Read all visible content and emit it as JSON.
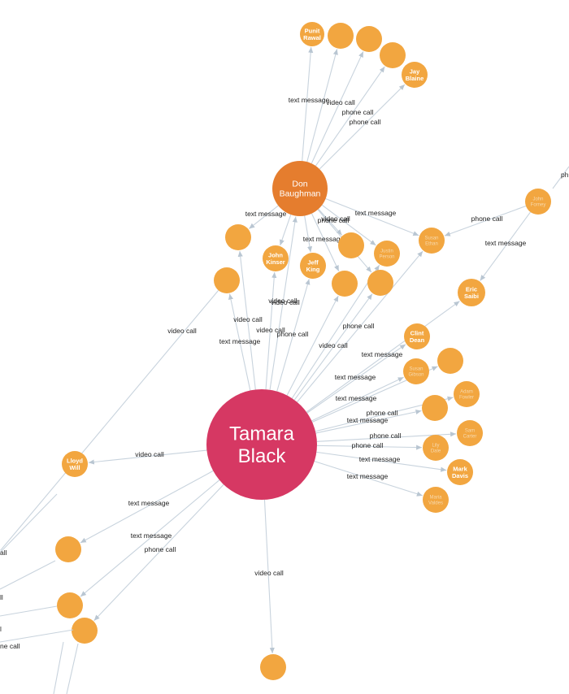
{
  "colors": {
    "center": "#d63863",
    "hub": "#e57d2e",
    "node": "#f2a640",
    "edge": "#c8d3dd",
    "edge_label": "#222222",
    "node_label": "#ffffff",
    "node_label_faint": "#f7d9ad"
  },
  "nodes": [
    {
      "id": "tamara",
      "label": [
        "Tamara",
        "Black"
      ],
      "kind": "center"
    },
    {
      "id": "don",
      "label": [
        "Don",
        "Baughman"
      ],
      "kind": "hub"
    },
    {
      "id": "punit",
      "label": [
        "Punit",
        "Rawal"
      ],
      "kind": "person"
    },
    {
      "id": "top2",
      "label": [],
      "kind": "person"
    },
    {
      "id": "top3",
      "label": [],
      "kind": "person"
    },
    {
      "id": "top4",
      "label": [],
      "kind": "person"
    },
    {
      "id": "jay",
      "label": [
        "Jay",
        "Blaine"
      ],
      "kind": "person"
    },
    {
      "id": "johnf",
      "label": [
        "John",
        "Forney"
      ],
      "kind": "person",
      "faint": true
    },
    {
      "id": "susan",
      "label": [
        "Susan",
        "Ethan"
      ],
      "kind": "person",
      "faint": true
    },
    {
      "id": "eric",
      "label": [
        "Eric",
        "Saibi"
      ],
      "kind": "person"
    },
    {
      "id": "n_left1",
      "label": [],
      "kind": "person"
    },
    {
      "id": "n_left2",
      "label": [],
      "kind": "person"
    },
    {
      "id": "johnk",
      "label": [
        "John",
        "Kinser"
      ],
      "kind": "person"
    },
    {
      "id": "jeff",
      "label": [
        "Jeff",
        "King"
      ],
      "kind": "person"
    },
    {
      "id": "mid1",
      "label": [],
      "kind": "person"
    },
    {
      "id": "justin",
      "label": [
        "Justin",
        "Person"
      ],
      "kind": "person",
      "faint": true
    },
    {
      "id": "mid2",
      "label": [],
      "kind": "person"
    },
    {
      "id": "mid3",
      "label": [],
      "kind": "person"
    },
    {
      "id": "clint",
      "label": [
        "Clint",
        "Dean"
      ],
      "kind": "person"
    },
    {
      "id": "right1",
      "label": [
        "Susan",
        "Gibson"
      ],
      "kind": "person",
      "faint": true
    },
    {
      "id": "right2",
      "label": [],
      "kind": "person"
    },
    {
      "id": "right3",
      "label": [],
      "kind": "person"
    },
    {
      "id": "right4",
      "label": [
        "Adam",
        "Fowler"
      ],
      "kind": "person",
      "faint": true
    },
    {
      "id": "right5",
      "label": [
        "Sam",
        "Carter"
      ],
      "kind": "person",
      "faint": true
    },
    {
      "id": "right6",
      "label": [
        "Lily",
        "Dale"
      ],
      "kind": "person",
      "faint": true
    },
    {
      "id": "mark",
      "label": [
        "Mark",
        "Davis"
      ],
      "kind": "person"
    },
    {
      "id": "maria",
      "label": [
        "Maria",
        "Valdes"
      ],
      "kind": "person",
      "faint": true
    },
    {
      "id": "lloyd",
      "label": [
        "Lloyd",
        "Will"
      ],
      "kind": "person"
    },
    {
      "id": "bl1",
      "label": [],
      "kind": "person"
    },
    {
      "id": "bl2",
      "label": [],
      "kind": "person"
    },
    {
      "id": "bl3",
      "label": [],
      "kind": "person"
    },
    {
      "id": "bottom",
      "label": [],
      "kind": "person"
    }
  ],
  "edges": [
    {
      "from": "don",
      "to": "punit",
      "label": "text message"
    },
    {
      "from": "don",
      "to": "top2",
      "label": "video call"
    },
    {
      "from": "don",
      "to": "top3",
      "label": "phone call"
    },
    {
      "from": "don",
      "to": "top4",
      "label": "phone call"
    },
    {
      "from": "don",
      "to": "jay",
      "label": ""
    },
    {
      "from": "don",
      "to": "n_left1",
      "label": "text message"
    },
    {
      "from": "don",
      "to": "johnk",
      "label": ""
    },
    {
      "from": "don",
      "to": "jeff",
      "label": "phone call"
    },
    {
      "from": "don",
      "to": "mid1",
      "label": "text message"
    },
    {
      "from": "don",
      "to": "justin",
      "label": "video call"
    },
    {
      "from": "don",
      "to": "susan",
      "label": "text message"
    },
    {
      "from": "don",
      "to": "mid2",
      "label": ""
    },
    {
      "from": "don",
      "to": "mid3",
      "label": ""
    },
    {
      "from": "johnf",
      "to": "susan",
      "label": "phone call"
    },
    {
      "from": "johnf",
      "to": "eric",
      "label": "text message"
    },
    {
      "from": "tamara",
      "to": "don",
      "label": "video call"
    },
    {
      "from": "tamara",
      "to": "n_left1",
      "label": "video call"
    },
    {
      "from": "tamara",
      "to": "n_left2",
      "label": "video call"
    },
    {
      "from": "tamara",
      "to": "johnk",
      "label": "video call"
    },
    {
      "from": "tamara",
      "to": "jeff",
      "label": "text message"
    },
    {
      "from": "tamara",
      "to": "mid2",
      "label": "phone call"
    },
    {
      "from": "tamara",
      "to": "mid3",
      "label": "text message"
    },
    {
      "from": "tamara",
      "to": "justin",
      "label": "video call"
    },
    {
      "from": "tamara",
      "to": "susan",
      "label": "phone call"
    },
    {
      "from": "tamara",
      "to": "clint",
      "label": "text message"
    },
    {
      "from": "tamara",
      "to": "eric",
      "label": ""
    },
    {
      "from": "tamara",
      "to": "right1",
      "label": "text message"
    },
    {
      "from": "tamara",
      "to": "right2",
      "label": ""
    },
    {
      "from": "tamara",
      "to": "right3",
      "label": "phone call"
    },
    {
      "from": "tamara",
      "to": "right4",
      "label": "text message"
    },
    {
      "from": "tamara",
      "to": "right5",
      "label": "phone call"
    },
    {
      "from": "tamara",
      "to": "right6",
      "label": "phone call"
    },
    {
      "from": "tamara",
      "to": "mark",
      "label": "text message"
    },
    {
      "from": "tamara",
      "to": "maria",
      "label": "text message"
    },
    {
      "from": "tamara",
      "to": "lloyd",
      "label": "video call"
    },
    {
      "from": "tamara",
      "to": "bl1",
      "label": "text message"
    },
    {
      "from": "tamara",
      "to": "bl2",
      "label": "text message"
    },
    {
      "from": "tamara",
      "to": "bl3",
      "label": "phone call"
    },
    {
      "from": "tamara",
      "to": "bottom",
      "label": "video call"
    },
    {
      "from": "n_left2",
      "to": "video_left_end",
      "label": "video call"
    }
  ],
  "offscreen_edge_labels": [
    "ph",
    "all",
    "ll",
    "l",
    "ne call"
  ]
}
